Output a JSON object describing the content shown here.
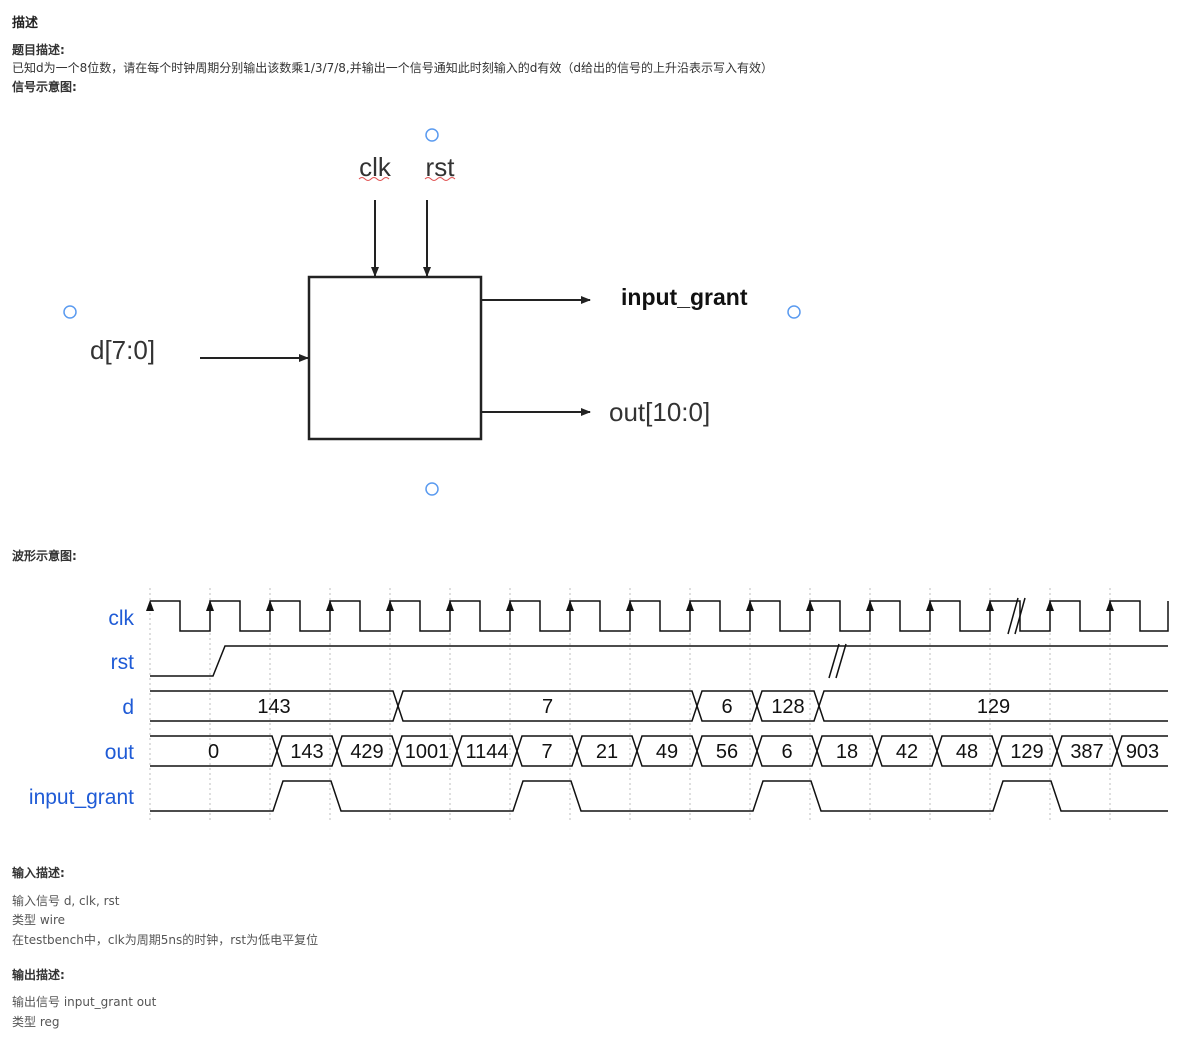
{
  "description": {
    "heading": "描述",
    "title_label": "题目描述:",
    "title_text": "已知d为一个8位数，请在每个时钟周期分别输出该数乘1/3/7/8,并输出一个信号通知此时刻输入的d有效（d给出的信号的上升沿表示写入有效）",
    "signal_diagram_label": "信号示意图:"
  },
  "block_diagram": {
    "inputs_top": [
      "clk",
      "rst"
    ],
    "input_left": "d[7:0]",
    "outputs": [
      "input_grant",
      "out[10:0]"
    ]
  },
  "waveform": {
    "label": "波形示意图:",
    "signals": [
      "clk",
      "rst",
      "d",
      "out",
      "input_grant"
    ],
    "d_values": [
      "143",
      "7",
      "6",
      "128",
      "129"
    ],
    "out_values": [
      "0",
      "143",
      "429",
      "1001",
      "1144",
      "7",
      "21",
      "49",
      "56",
      "6",
      "18",
      "42",
      "48",
      "129",
      "387",
      "903"
    ]
  },
  "input_desc": {
    "heading": "输入描述:",
    "line1": "输入信号   d, clk, rst",
    "line2": "类型 wire",
    "line3": "在testbench中，clk为周期5ns的时钟，rst为低电平复位"
  },
  "output_desc": {
    "heading": "输出描述:",
    "line1": "输出信号 input_grant    out",
    "line2": "类型  reg"
  },
  "colors": {
    "signal_label": "#1f5bd6",
    "handle": "#5b9bf0",
    "grid": "#bdbdbd"
  }
}
